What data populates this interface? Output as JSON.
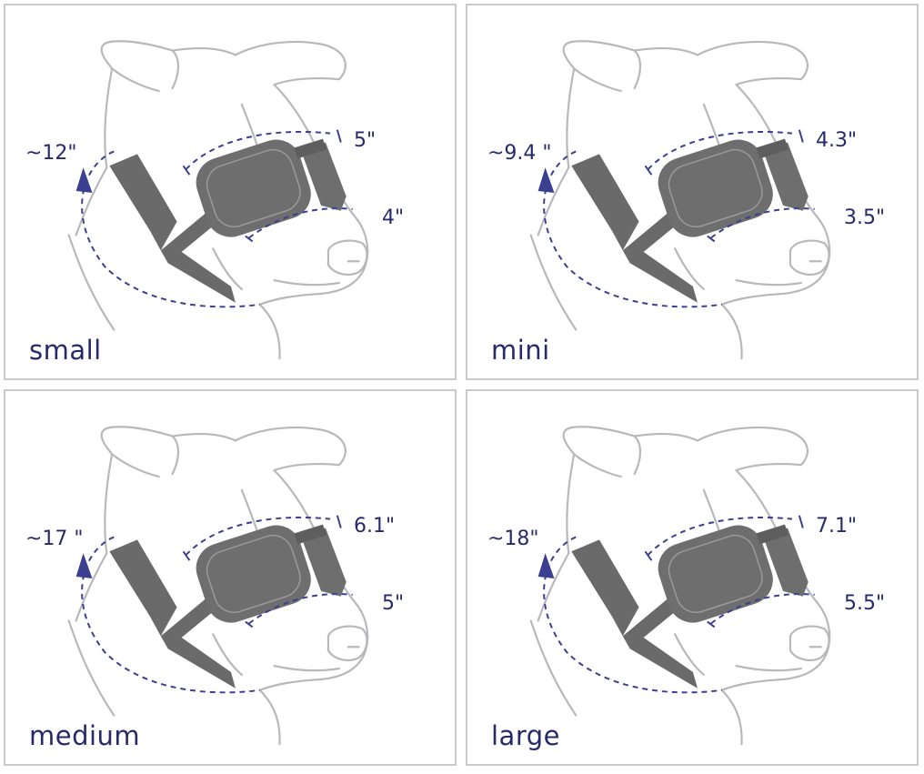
{
  "panels": [
    {
      "size": "small",
      "neck": "~12\"",
      "top": "5\"",
      "bottom": "4\""
    },
    {
      "size": "mini",
      "neck": "~9.4 \"",
      "top": "4.3\"",
      "bottom": "3.5\""
    },
    {
      "size": "medium",
      "neck": "~17 \"",
      "top": "6.1\"",
      "bottom": "5\""
    },
    {
      "size": "large",
      "neck": "~18\"",
      "top": "7.1\"",
      "bottom": "5.5\""
    }
  ],
  "colors": {
    "outline": "#b8b8bc",
    "goggle": "#6e6e6e",
    "strap": "#6a6a6a",
    "measure": "#3a3f8f",
    "text": "#262a6b",
    "border": "#c9c9cc"
  }
}
